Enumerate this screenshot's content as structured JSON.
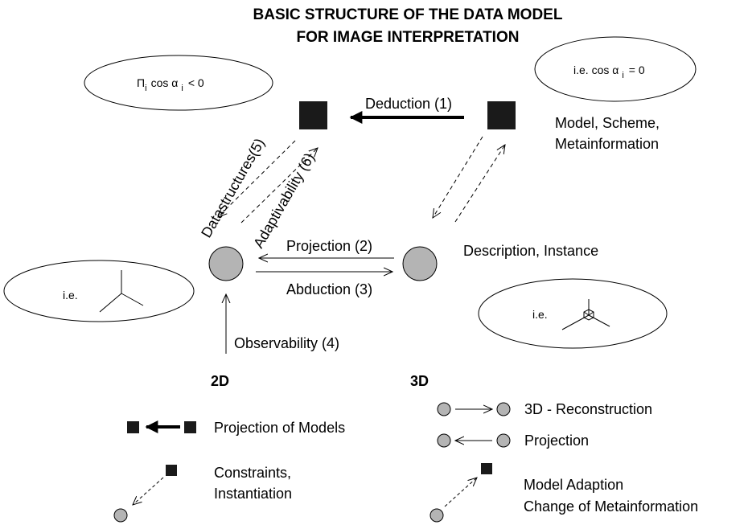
{
  "title": {
    "line1": "BASIC STRUCTURE OF THE  DATA MODEL",
    "line2": "FOR IMAGE INTERPRETATION"
  },
  "ellipse_left_top": {
    "pi": "Π",
    "pi_sub": "i",
    "text": "cos  α",
    "alpha_sub": "i",
    "rel": "< 0"
  },
  "ellipse_right_top": {
    "text": "i.e. cos  α",
    "alpha_sub": "i",
    "rel": "= 0"
  },
  "ellipse_left_mid": {
    "text": "i.e."
  },
  "ellipse_right_mid": {
    "text": "i.e."
  },
  "labels": {
    "deduction": "Deduction (1)",
    "model_scheme": "Model, Scheme,",
    "metainformation": "Metainformation",
    "datastructures": "Datastructures(5)",
    "adaptivability": "Adaptivability (6)",
    "projection": "Projection (2)",
    "abduction": "Abduction (3)",
    "description_instance": "Description, Instance",
    "observability": "Observability (4)"
  },
  "legend": {
    "heading_2d": "2D",
    "heading_3d": "3D",
    "projection_of_models": "Projection of Models",
    "constraints": "Constraints,",
    "instantiation": "Instantiation",
    "reconstruction": "3D - Reconstruction",
    "projection": "Projection",
    "model_adaption": "Model Adaption",
    "change_meta": "Change of Metainformation"
  },
  "colors": {
    "square_fill": "#1a1a1a",
    "circle_fill": "#b4b4b4",
    "stroke": "#000000"
  }
}
